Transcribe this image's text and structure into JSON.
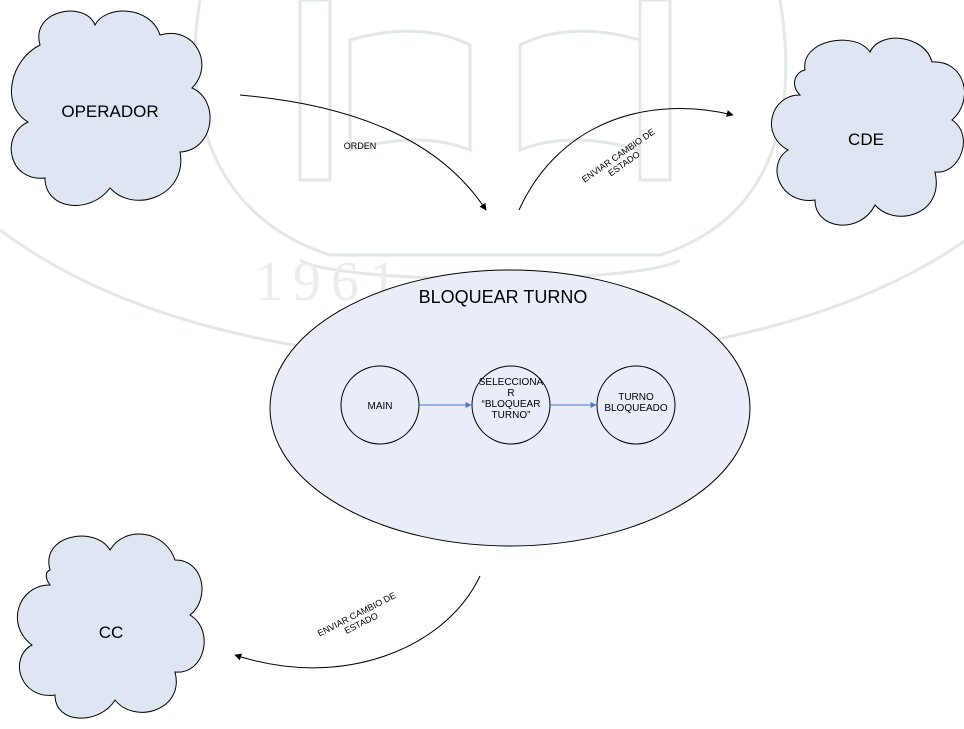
{
  "colors": {
    "cloud_fill": "#dfe6f3",
    "process_fill": "#e8edf8",
    "stroke": "#000000",
    "inner_arrow": "#4a78c2",
    "watermark": "#a8bfa8"
  },
  "watermark": {
    "year": "1961"
  },
  "entities": {
    "operador": "OPERADOR",
    "cde": "CDE",
    "cc": "CC"
  },
  "process": {
    "title": "BLOQUEAR TURNO",
    "states": {
      "main": [
        "MAIN"
      ],
      "seleccionar": [
        "SELECCIONA",
        "R",
        "“BLOQUEAR",
        "TURNO”"
      ],
      "bloqueado": [
        "TURNO",
        "BLOQUEADO"
      ]
    }
  },
  "flows": {
    "orden": [
      "ORDEN"
    ],
    "enviar_cde": [
      "ENVIAR CAMBIO DE",
      "ESTADO"
    ],
    "enviar_cc": [
      "ENVIAR CAMBIO DE",
      "ESTADO"
    ]
  }
}
